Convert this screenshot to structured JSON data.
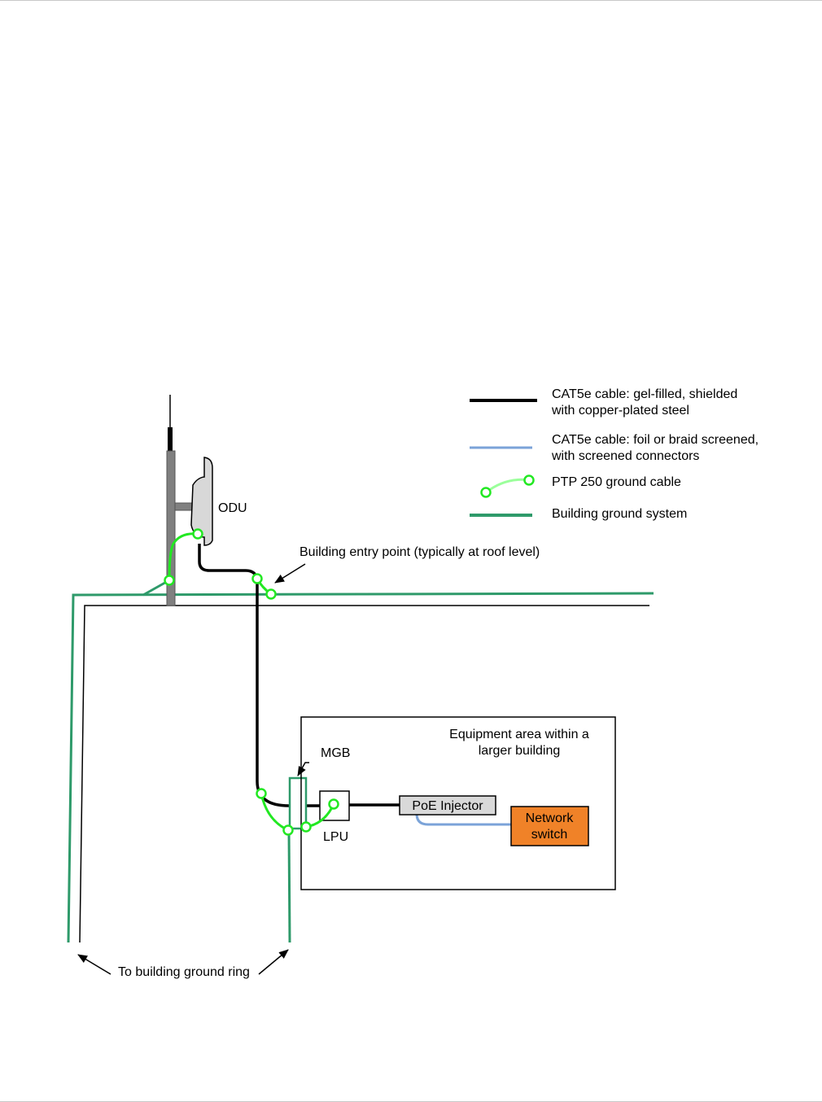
{
  "colors": {
    "cat5e_gel": "#000000",
    "cat5e_foil": "#7ba3d8",
    "ptp_ground": "#22e822",
    "building_ground": "#2e9a6a",
    "mast": "#808080",
    "odu_fill": "#d8d8d8",
    "injector_fill": "#d9d9d9",
    "switch_fill": "#f08228"
  },
  "legend": {
    "cat5e_gel_line1": "CAT5e cable: gel-filled, shielded",
    "cat5e_gel_line2": "with copper-plated steel",
    "cat5e_foil_line1": "CAT5e cable: foil or braid screened,",
    "cat5e_foil_line2": "with screened connectors",
    "ptp_ground": "PTP 250 ground cable",
    "building_ground": "Building ground system"
  },
  "labels": {
    "odu": "ODU",
    "entry_point": "Building entry point (typically at roof level)",
    "equipment_area_line1": "Equipment area within a",
    "equipment_area_line2": "larger building",
    "mgb": "MGB",
    "lpu": "LPU",
    "poe_injector": "PoE Injector",
    "network_switch_line1": "Network",
    "network_switch_line2": "switch",
    "ground_ring": "To building ground ring"
  }
}
